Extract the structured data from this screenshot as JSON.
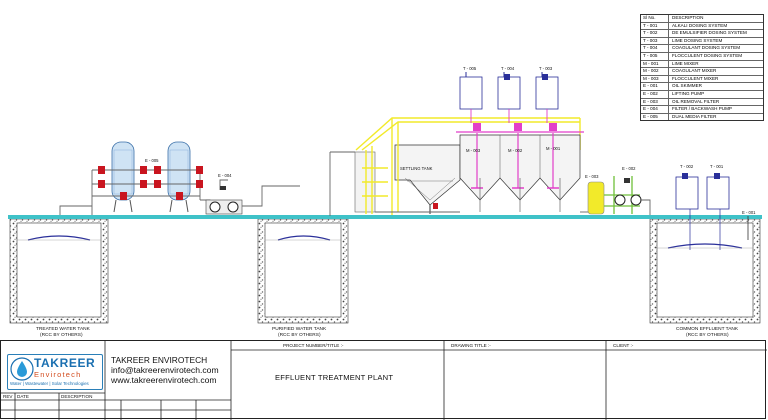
{
  "legend": {
    "headers": {
      "no": "Sl No.",
      "desc": "DESCRIPTION"
    },
    "rows": [
      {
        "no": "T - 001",
        "desc": "ALKALI DOSING SYSTEM"
      },
      {
        "no": "T - 002",
        "desc": "DE EMULSIFIER DOSING SYSTEM"
      },
      {
        "no": "T - 003",
        "desc": "LIME DOSING SYSTEM"
      },
      {
        "no": "T - 004",
        "desc": "COAGULANT DOSING SYSTEM"
      },
      {
        "no": "T - 005",
        "desc": "FLOCCULENT DOSING SYSTEM"
      },
      {
        "no": "M - 001",
        "desc": "LIME MIXER"
      },
      {
        "no": "M - 002",
        "desc": "COAGULANT MIXER"
      },
      {
        "no": "M - 003",
        "desc": "FLOCCULENT MIXER"
      },
      {
        "no": "E - 001",
        "desc": "OIL SKIMMER"
      },
      {
        "no": "E - 002",
        "desc": "LIFTING PUMP"
      },
      {
        "no": "E - 003",
        "desc": "OIL REMOVAL FILTER"
      },
      {
        "no": "E - 004",
        "desc": "FILTER / BACKWASH PUMP"
      },
      {
        "no": "E - 005",
        "desc": "DUAL MEDIA FILTER"
      }
    ]
  },
  "tags": {
    "t005": "T - 005",
    "t004": "T - 004",
    "t003": "T - 003",
    "t002": "T - 002",
    "t001": "T - 001",
    "m003": "M - 003",
    "m002": "M - 002",
    "m001": "M - 001",
    "e005": "E - 005",
    "e004": "E - 004",
    "e003": "E - 003",
    "e002": "E - 002",
    "e001": "E - 001"
  },
  "labels": {
    "settling_tank": "SETTLING TANK",
    "treated_tank_1": "TREATED WATER TANK",
    "treated_tank_2": "(RCC BY OTHERS)",
    "purified_tank_1": "PURIFIED WATER TANK",
    "purified_tank_2": "(RCC BY OTHERS)",
    "effluent_tank_1": "COMMON EFFLUENT TANK",
    "effluent_tank_2": "(RCC BY OTHERS)"
  },
  "titleblock": {
    "company_name": "TAKREER ENVIROTECH",
    "email": "info@takreerenvirotech.com",
    "website": "www.takreerenvirotech.com",
    "project_number_label": "PROJECT NUMBER/TITLE :-",
    "drawing_title_label": "DRAWING TITLE :-",
    "client_label": "CLIENT :-",
    "project_title": "EFFLUENT  TREATMENT PLANT",
    "rev_label": "REV",
    "date_label": "DATE",
    "description_label": "DESCRIPTION"
  },
  "logo": {
    "name": "TAKREER",
    "sub": "Envirotech",
    "tagline": "Water | Wastewater | Solar Technologies"
  },
  "colors": {
    "ground": "#3fc2c8",
    "gravel": "#555555",
    "yellow_pipe": "#f2ea2a",
    "magenta_pipe": "#e23fc9",
    "water": "#2a2f9a",
    "valve_red": "#c9151f",
    "green_pipe": "#6fbf3a",
    "logo_blue": "#1a6fb0"
  }
}
